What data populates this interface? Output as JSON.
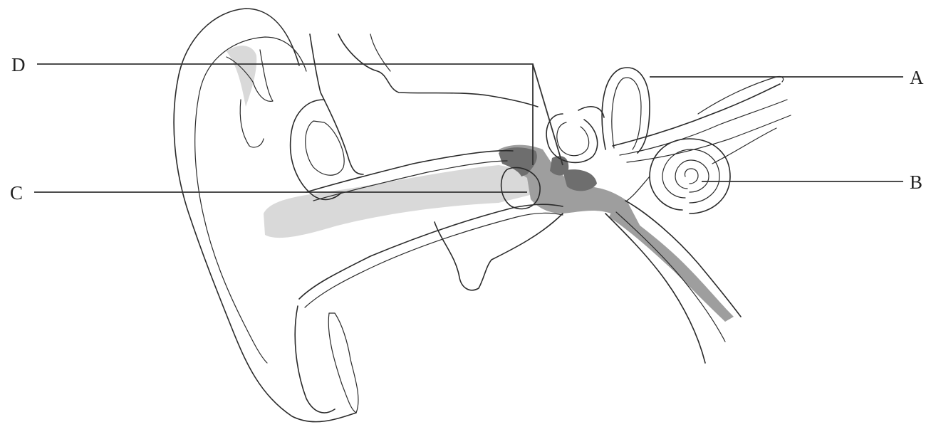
{
  "labels": {
    "a": "A",
    "b": "B",
    "c": "C",
    "d": "D"
  },
  "colors": {
    "line": "#2a2a2a",
    "light_shade": "#d9d9d9",
    "mid_shade": "#9e9e9e",
    "dark_shade": "#6e6e6e"
  }
}
